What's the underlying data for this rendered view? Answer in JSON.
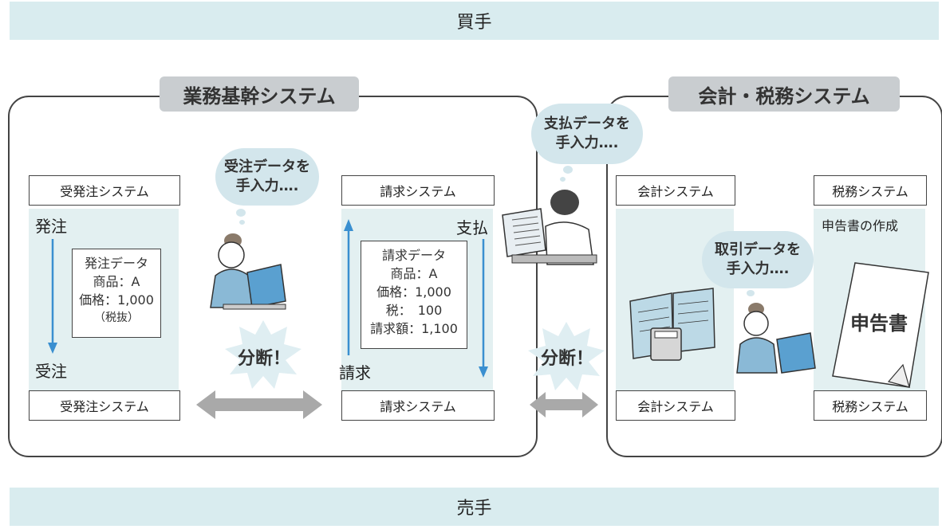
{
  "buyer": "買手",
  "seller": "売手",
  "left_panel": {
    "title": "業務基幹システム",
    "order_system_top": "受発注システム",
    "order_system_bottom": "受発注システム",
    "billing_system_top": "請求システム",
    "billing_system_bottom": "請求システム",
    "order_label": "発注",
    "receive_label": "受注",
    "bill_label": "請求",
    "pay_label": "支払",
    "order_data": [
      "発注データ",
      "商品：A",
      "価格：1,000",
      "（税抜）"
    ],
    "invoice_data": [
      "請求データ",
      "商品：A",
      "価格：1,000",
      "税：　100",
      "請求額：1,100"
    ],
    "bubble": [
      "受注データを",
      "手入力…."
    ],
    "break": "分断！"
  },
  "middle": {
    "bubble": [
      "支払データを",
      "手入力…."
    ],
    "break": "分断！"
  },
  "right_panel": {
    "title": "会計・税務システム",
    "accounting_top": "会計システム",
    "accounting_bottom": "会計システム",
    "tax_top": "税務システム",
    "tax_bottom": "税務システム",
    "tax_return_label": "申告書の作成",
    "tax_return_doc": "申告書",
    "bubble": [
      "取引データを",
      "手入力…."
    ]
  },
  "colors": {
    "band": "#d9ecef",
    "shade": "#e3f0f1",
    "arrow_blue": "#3a8fd0",
    "gray_arrow": "#a9a9a9",
    "title_bg": "#c9cdd0"
  }
}
